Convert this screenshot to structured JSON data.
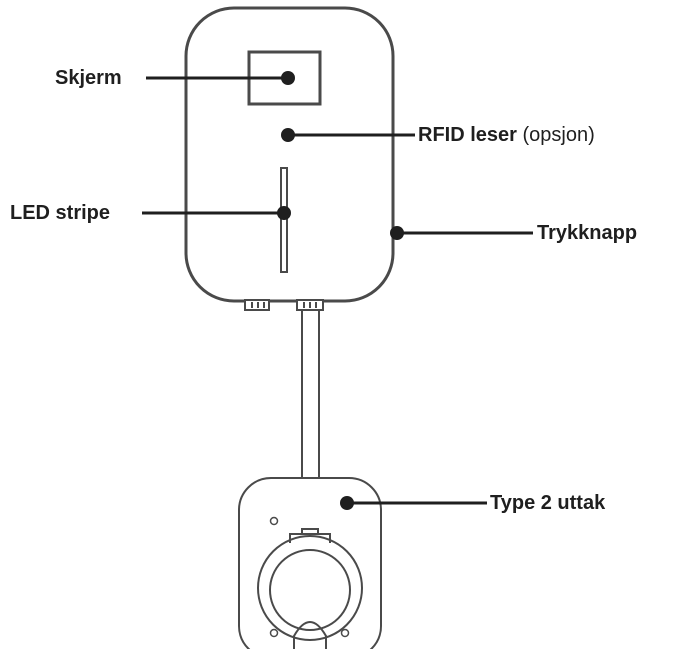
{
  "labels": {
    "screen": "Skjerm",
    "rfid": "RFID leser",
    "rfid_note": "(opsjon)",
    "led": "LED stripe",
    "button": "Trykknapp",
    "socket": "Type 2 uttak"
  },
  "colors": {
    "outline": "#4a4a4a",
    "line": "#1f1f1f",
    "text": "#1f1f1f"
  }
}
